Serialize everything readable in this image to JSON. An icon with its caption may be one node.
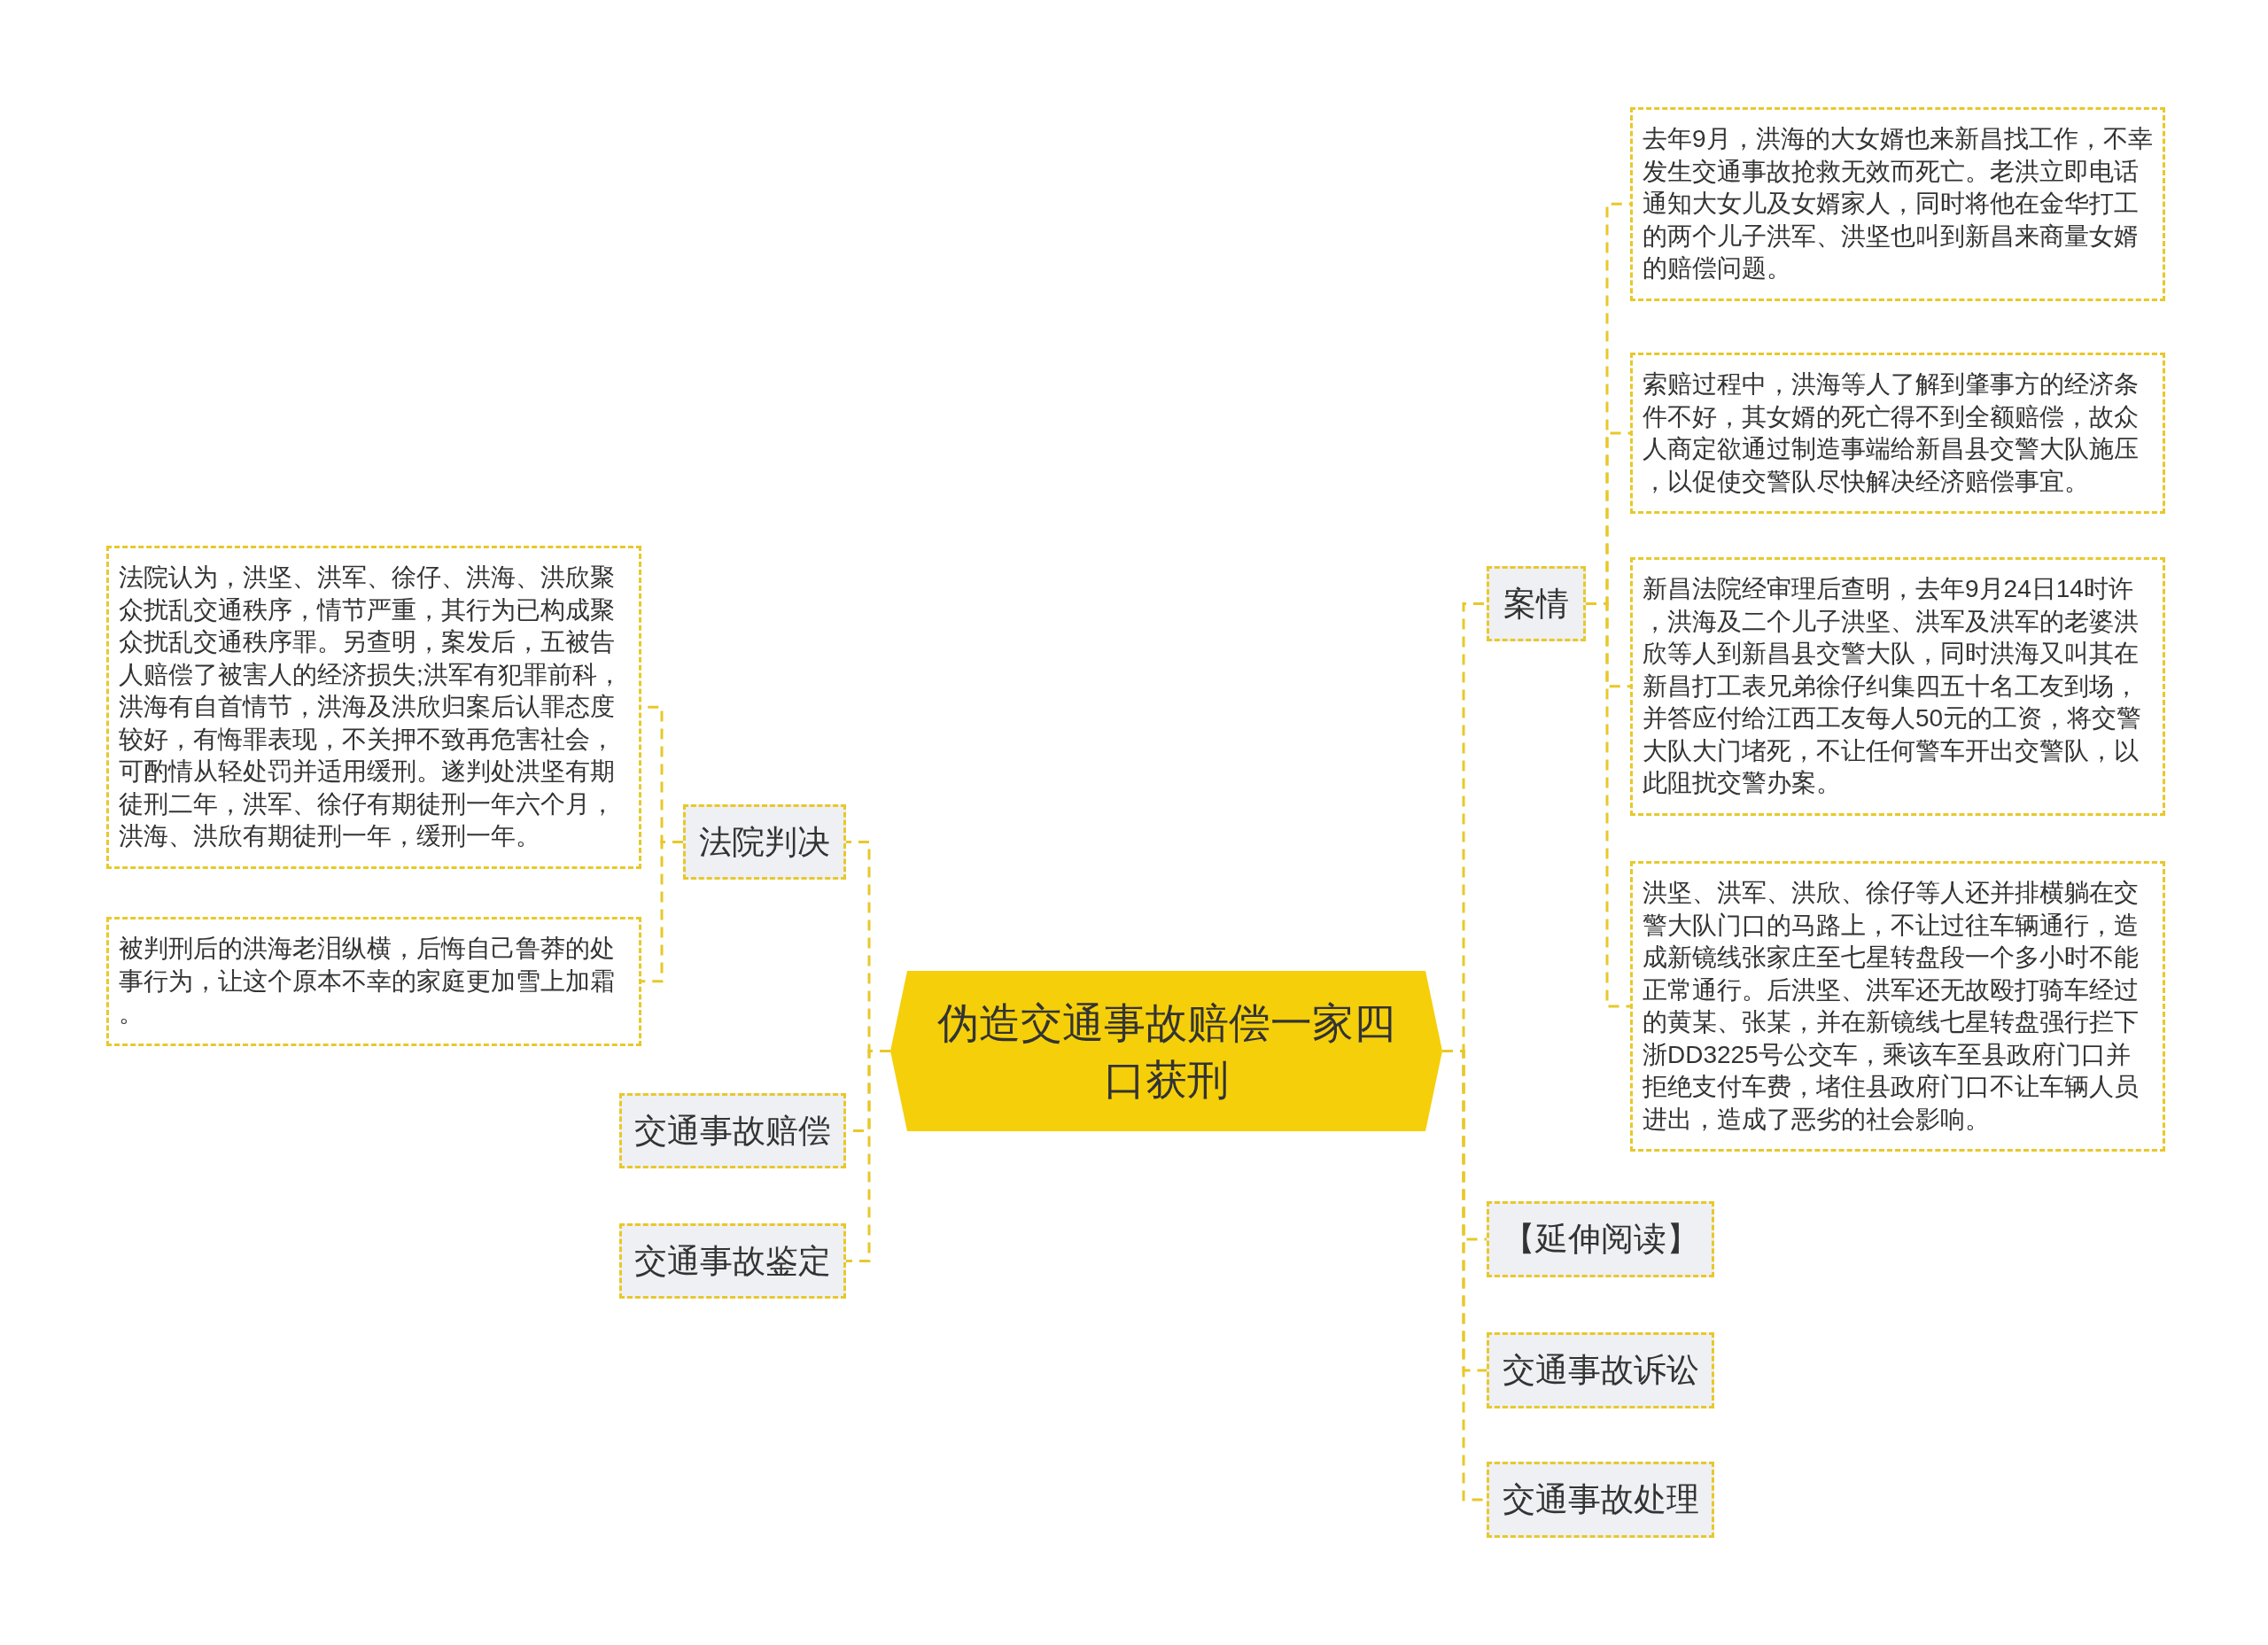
{
  "diagram": {
    "nodes": [
      {
        "text": [
          "伪造交通事故赔偿一家四口获刑"
        ]
      },
      {
        "text": [
          "法院判决"
        ]
      },
      {
        "text": [
          "法院认为，洪坚、洪军、徐仔、洪海、洪欣聚众扰乱交通秩序，情节严重，其行为已构成聚众扰乱交通秩序罪。另查明，案发后，五被告人赔偿了被害人的经济损失;洪军有犯罪前科，洪海有自首情节，洪海及洪欣归案后认罪态度较好，有悔罪表现，不关押不致再危害社会，可酌情从轻处罚并适用缓刑。遂判处洪坚有期徒刑二年，洪军、徐仔有期徒刑一年六个月，洪海、洪欣有期徒刑一年，缓刑一年。"
        ]
      },
      {
        "text": [
          "被判刑后的洪海老泪纵横，后悔自己鲁莽的处事行为，让这个原本不幸的家庭更加雪上加霜。"
        ]
      },
      {
        "text": [
          "交通事故赔偿"
        ]
      },
      {
        "text": [
          "交通事故鉴定"
        ]
      },
      {
        "text": [
          "案情"
        ]
      },
      {
        "text": [
          "去年9月，洪海的大女婿也来新昌找工作，不幸发生交通事故抢救无效而死亡。老洪立即电话通知大女儿及女婿家人，同时将他在金华打工的两个儿子洪军、洪坚也叫到新昌来商量女婿的赔偿问题。"
        ]
      },
      {
        "text": [
          "索赔过程中，洪海等人了解到肇事方的经济条件不好，其女婿的死亡得不到全额赔偿，故众人商定欲通过制造事端给新昌县交警大队施压，以促使交警队尽快解决经济赔偿事宜。"
        ]
      },
      {
        "text": [
          "新昌法院经审理后查明，去年9月24日14时许，洪海及二个儿子洪坚、洪军及洪军的老婆洪欣等人到新昌县交警大队，同时洪海又叫其在新昌打工表兄弟徐仔纠集四五十名工友到场，并答应付给江西工友每人50元的工资，将交警大队大门堵死，不让任何警车开出交警队，以此阻扰交警办案。"
        ]
      },
      {
        "text": [
          "洪坚、洪军、洪欣、徐仔等人还并排横躺在交警大队门口的马路上，不让过往车辆通行，造成新镜线张家庄至七星转盘段一个多小时不能正常通行。后洪坚、洪军还无故殴打骑车经过的黄某、张某，并在新镜线七星转盘强行拦下浙DD3225号公交车，乘该车至县政府门口并拒绝支付车费，堵住县政府门口不让车辆人员进出，造成了恶劣的社会影响。"
        ]
      },
      {
        "text": [
          "【延伸阅读】"
        ]
      },
      {
        "text": [
          "交通事故诉讼"
        ]
      },
      {
        "text": [
          "交通事故处理"
        ]
      }
    ],
    "edges": [
      {
        "from": 0,
        "to": 1,
        "arrow": "none"
      },
      {
        "from": 1,
        "to": 2,
        "arrow": "none"
      },
      {
        "from": 1,
        "to": 3,
        "arrow": "none"
      },
      {
        "from": 0,
        "to": 4,
        "arrow": "none"
      },
      {
        "from": 0,
        "to": 5,
        "arrow": "none"
      },
      {
        "from": 0,
        "to": 6,
        "arrow": "none"
      },
      {
        "from": 6,
        "to": 7,
        "arrow": "none"
      },
      {
        "from": 6,
        "to": 8,
        "arrow": "none"
      },
      {
        "from": 6,
        "to": 9,
        "arrow": "none"
      },
      {
        "from": 6,
        "to": 10,
        "arrow": "none"
      },
      {
        "from": 0,
        "to": 11,
        "arrow": "none"
      },
      {
        "from": 0,
        "to": 12,
        "arrow": "none"
      },
      {
        "from": 0,
        "to": 13,
        "arrow": "none"
      }
    ]
  }
}
